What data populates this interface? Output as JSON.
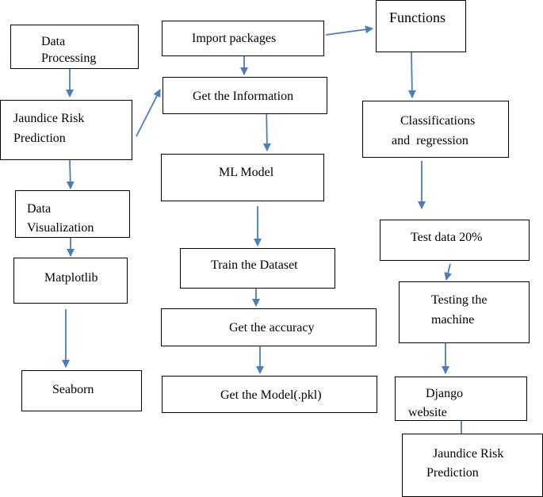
{
  "diagram": {
    "nodes": {
      "data_processing": "Data Processing",
      "jaundice_risk_prediction_left": [
        "Jaundice Risk",
        "Prediction"
      ],
      "data_visualization": [
        "Data",
        "Visualization"
      ],
      "matplotlib": "Matplotlib",
      "seaborn": "Seaborn",
      "import_packages": "Import packages",
      "get_information": "Get the Information",
      "ml_model": "ML Model",
      "train_dataset": "Train the Dataset",
      "get_accuracy": "Get the accuracy",
      "get_model": "Get the Model(.pkl)",
      "functions": "Functions",
      "classifications_regression": [
        "Classifications",
        "and  regression"
      ],
      "test_data": "Test data 20%",
      "testing_machine": [
        "Testing the",
        "machine"
      ],
      "django_website": [
        "Django",
        "website"
      ],
      "jaundice_risk_prediction_right": [
        "Jaundice Risk",
        "Prediction"
      ]
    },
    "edges": [
      [
        "data_processing",
        "jaundice_risk_prediction_left"
      ],
      [
        "jaundice_risk_prediction_left",
        "data_visualization"
      ],
      [
        "data_visualization",
        "matplotlib"
      ],
      [
        "matplotlib",
        "seaborn"
      ],
      [
        "jaundice_risk_prediction_left",
        "get_information"
      ],
      [
        "import_packages",
        "get_information"
      ],
      [
        "import_packages",
        "functions"
      ],
      [
        "get_information",
        "ml_model"
      ],
      [
        "ml_model",
        "train_dataset"
      ],
      [
        "train_dataset",
        "get_accuracy"
      ],
      [
        "get_accuracy",
        "get_model"
      ],
      [
        "functions",
        "classifications_regression"
      ],
      [
        "classifications_regression",
        "test_data"
      ],
      [
        "test_data",
        "testing_machine"
      ],
      [
        "testing_machine",
        "django_website"
      ],
      [
        "django_website",
        "jaundice_risk_prediction_right"
      ]
    ],
    "colors": {
      "arrow": "#4a7ebb",
      "border": "#000000"
    }
  }
}
